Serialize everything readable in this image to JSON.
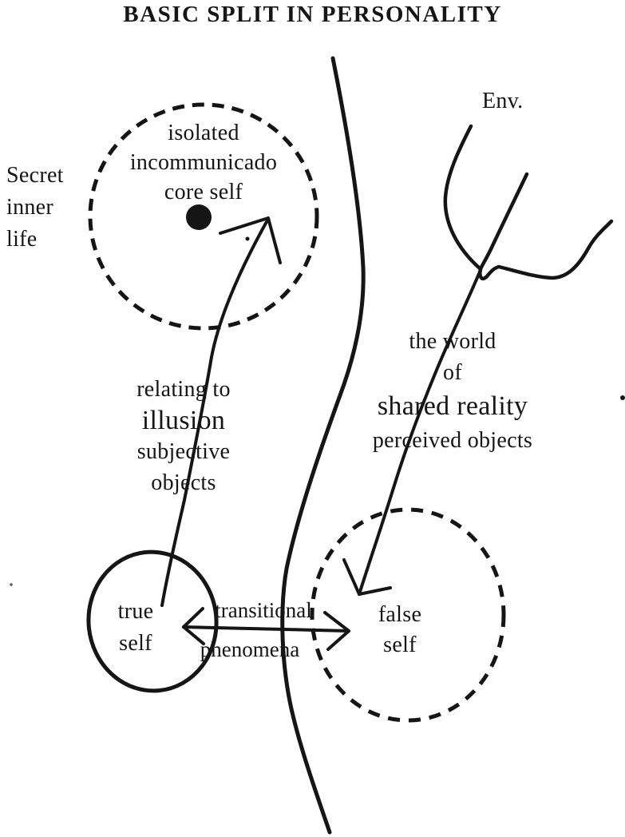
{
  "title": "BASIC SPLIT IN PERSONALITY",
  "colors": {
    "ink": "#151515",
    "paper": "#ffffff"
  },
  "labels": {
    "secret_inner_life": {
      "lines": [
        "Secret",
        "inner",
        "life"
      ]
    },
    "core_circle": {
      "lines": [
        "isolated",
        "incommunicado",
        "core self"
      ]
    },
    "environment": "Env.",
    "relating": {
      "line1": "relating to",
      "line2": "illusion",
      "line3": "subjective",
      "line4": "objects"
    },
    "world": {
      "line1": "the world",
      "line2": "of",
      "line3": "shared reality",
      "line4": "perceived objects"
    },
    "true_self": {
      "lines": [
        "true",
        "self"
      ]
    },
    "false_self": {
      "lines": [
        "false",
        "self"
      ]
    },
    "transitional": {
      "line1": "transitional",
      "line2": "phenomena"
    }
  }
}
